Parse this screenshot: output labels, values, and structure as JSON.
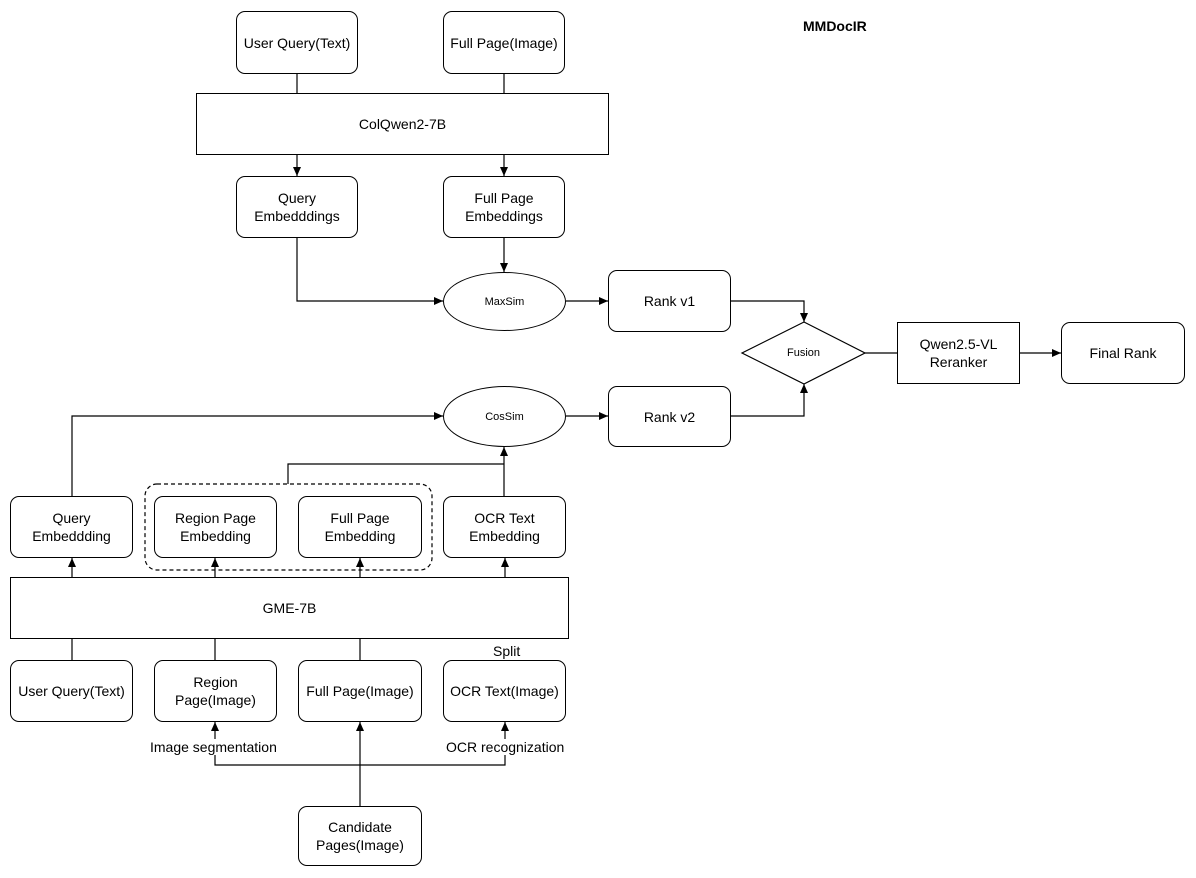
{
  "title": "MMDocIR",
  "nodes": {
    "user_query_top": "User Query(Text)",
    "full_page_top": "Full Page(Image)",
    "colqwen": "ColQwen2-7B",
    "query_embeddings": "Query\nEmbedddings",
    "full_page_embeddings": "Full Page\nEmbeddings",
    "maxsim": "MaxSim",
    "rank_v1": "Rank v1",
    "fusion": "Fusion",
    "reranker": "Qwen2.5-VL\nReranker",
    "final_rank": "Final Rank",
    "cossim": "CosSim",
    "rank_v2": "Rank v2",
    "query_embedding": "Query\nEmbeddding",
    "region_page_embedding": "Region Page\nEmbedding",
    "full_page_embedding": "Full Page\nEmbedding",
    "ocr_text_embedding": "OCR Text\nEmbedding",
    "gme": "GME-7B",
    "user_query_bottom": "User Query(Text)",
    "region_page_image": "Region\nPage(Image)",
    "full_page_bottom": "Full Page(Image)",
    "ocr_text_image": "OCR Text(Image)",
    "candidate_pages": "Candidate\nPages(Image)"
  },
  "edge_labels": {
    "split": "Split",
    "image_segmentation": "Image segmentation",
    "ocr_recognization": "OCR recognization"
  }
}
